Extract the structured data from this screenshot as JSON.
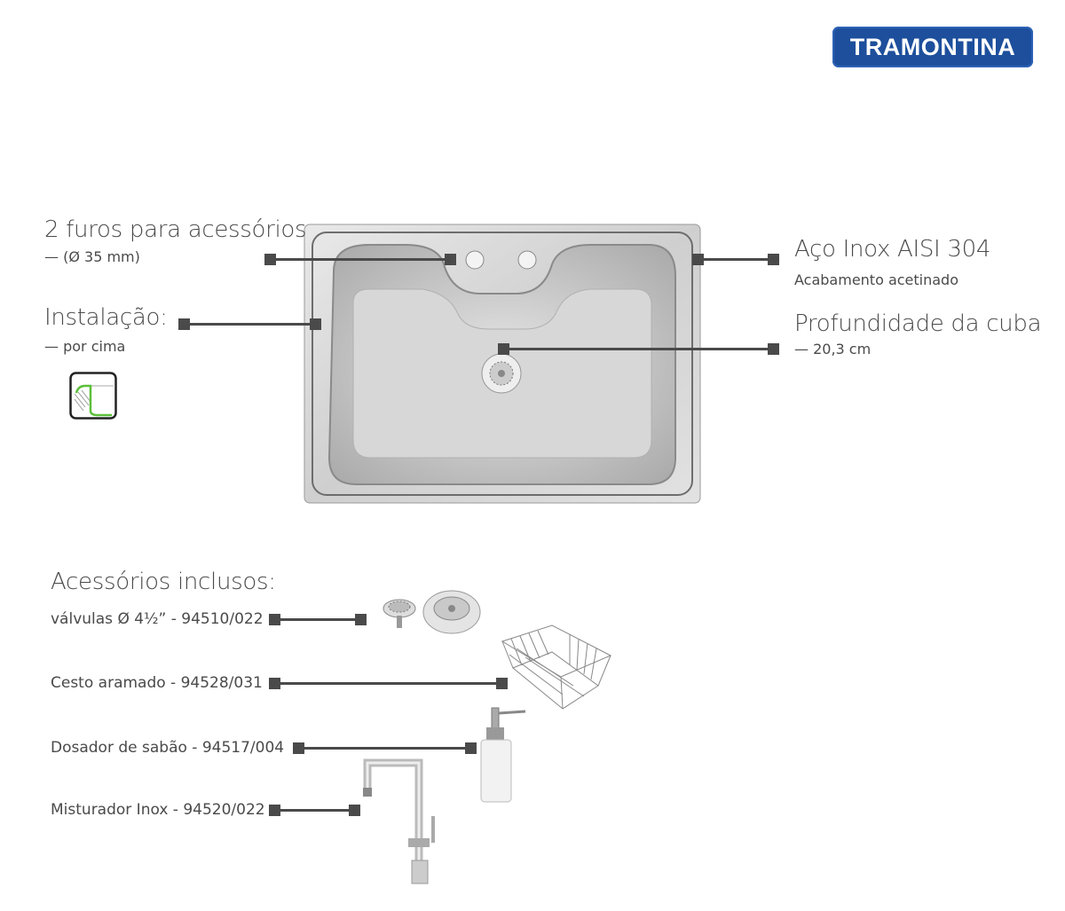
{
  "brand": {
    "logo_text": "TRAMONTINA",
    "color": "#1d4f9c"
  },
  "specs": {
    "holes": {
      "title": "2 furos para acessórios",
      "detail": "— (Ø 35 mm)"
    },
    "installation": {
      "title": "Instalação:",
      "detail": "—  por cima"
    },
    "material": {
      "title": "Aço Inox AISI 304",
      "detail": "Acabamento acetinado"
    },
    "depth": {
      "title": "Profundidade da cuba",
      "detail": "—  20,3 cm"
    }
  },
  "accessories": {
    "heading": "Acessórios inclusos:",
    "items": [
      {
        "label": "válvulas Ø 4½” - 94510/022"
      },
      {
        "label": "Cesto aramado - 94528/031"
      },
      {
        "label": "Dosador de sabão - 94517/004"
      },
      {
        "label": "Misturador Inox - 94520/022"
      }
    ]
  }
}
